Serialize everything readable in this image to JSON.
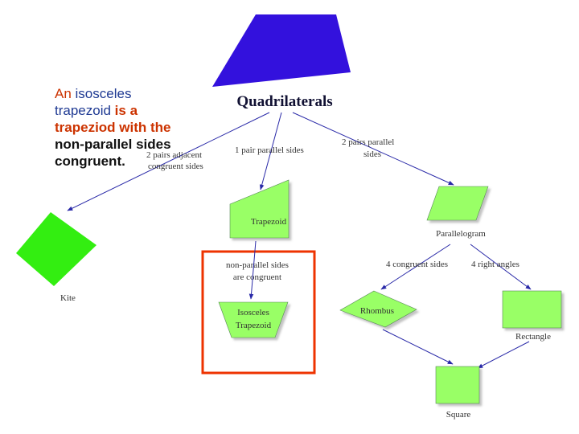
{
  "intro": {
    "word_an": "An",
    "word_isosceles": "isosceles",
    "word_trapezoid": "trapezoid",
    "word_is_a": "is a",
    "rest_line_1": "trapeziod with the",
    "rest_line_2": "non-parallel sides",
    "rest_line_3": "congruent."
  },
  "diagram": {
    "title": "Quadrilaterals",
    "edge_labels": {
      "adjacent_line_1": "2 pairs adjacent",
      "adjacent_line_2": "congruent sides",
      "one_pair_parallel": "1 pair parallel sides",
      "two_pairs_line_1": "2 pairs parallel",
      "two_pairs_line_2": "sides",
      "nonparallel_line_1": "non-parallel sides",
      "nonparallel_line_2": "are congruent",
      "four_congruent": "4 congruent sides",
      "four_right": "4 right angles"
    },
    "nodes": {
      "kite": "Kite",
      "trapezoid": "Trapezoid",
      "isosceles_line_1": "Isosceles",
      "isosceles_line_2": "Trapezoid",
      "parallelogram": "Parallelogram",
      "rhombus": "Rhombus",
      "rectangle": "Rectangle",
      "square": "Square"
    }
  },
  "colors": {
    "shape_green": "#99ff66",
    "kite_green": "#33ee11",
    "top_shape_blue": "#3311dd",
    "highlight_red": "#ee3300",
    "intro_red": "#cc3300",
    "intro_blue": "#1f3a93"
  }
}
